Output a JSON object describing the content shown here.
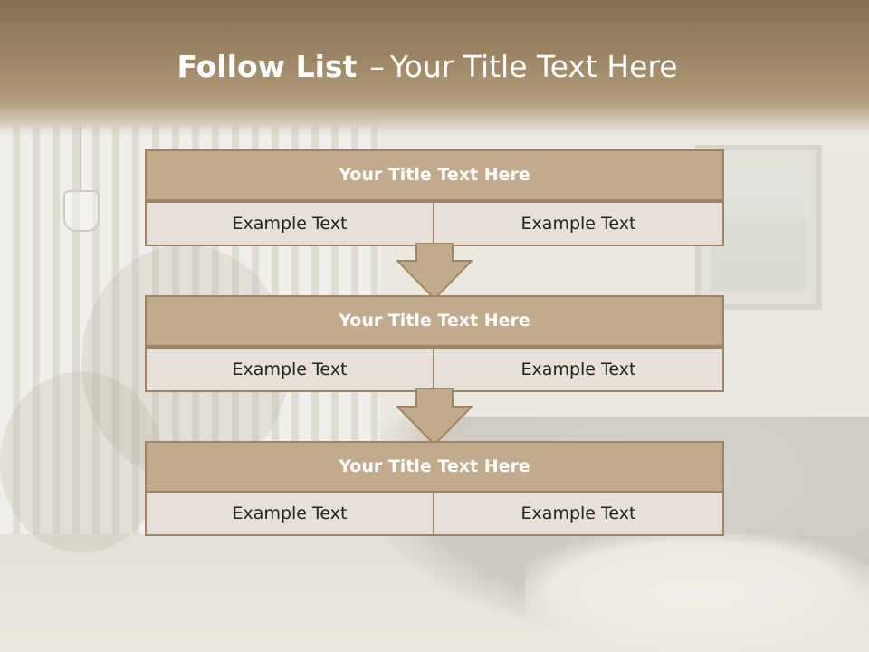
{
  "slide": {
    "title_bold": "Follow List",
    "title_separator": "–",
    "title_rest": "Your Title Text Here",
    "colors": {
      "header": "#9a8463",
      "box_fill": "#c2ab8c",
      "box_border": "#9f8463",
      "cell_fill": "#e6e0d8"
    },
    "steps": [
      {
        "title": "Your Title Text Here",
        "left": "Example Text",
        "right": "Example Text"
      },
      {
        "title": "Your Title Text Here",
        "left": "Example Text",
        "right": "Example Text"
      },
      {
        "title": "Your Title Text Here",
        "left": "Example Text",
        "right": "Example Text"
      }
    ],
    "connector_icon": "down-arrow-icon"
  }
}
